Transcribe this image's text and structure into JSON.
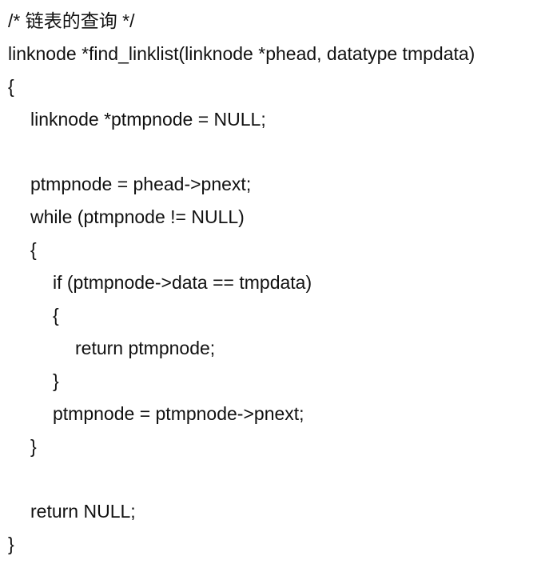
{
  "code": {
    "lines": [
      "/* 链表的查询 */",
      "linknode *find_linklist(linknode *phead, datatype tmpdata)",
      "{",
      "linknode *ptmpnode = NULL;",
      "",
      "ptmpnode = phead->pnext;",
      "while (ptmpnode != NULL)",
      "{",
      "if (ptmpnode->data == tmpdata)",
      "{",
      "return ptmpnode;",
      "}",
      "ptmpnode = ptmpnode->pnext;",
      "}",
      "",
      "return NULL;",
      "}"
    ]
  }
}
